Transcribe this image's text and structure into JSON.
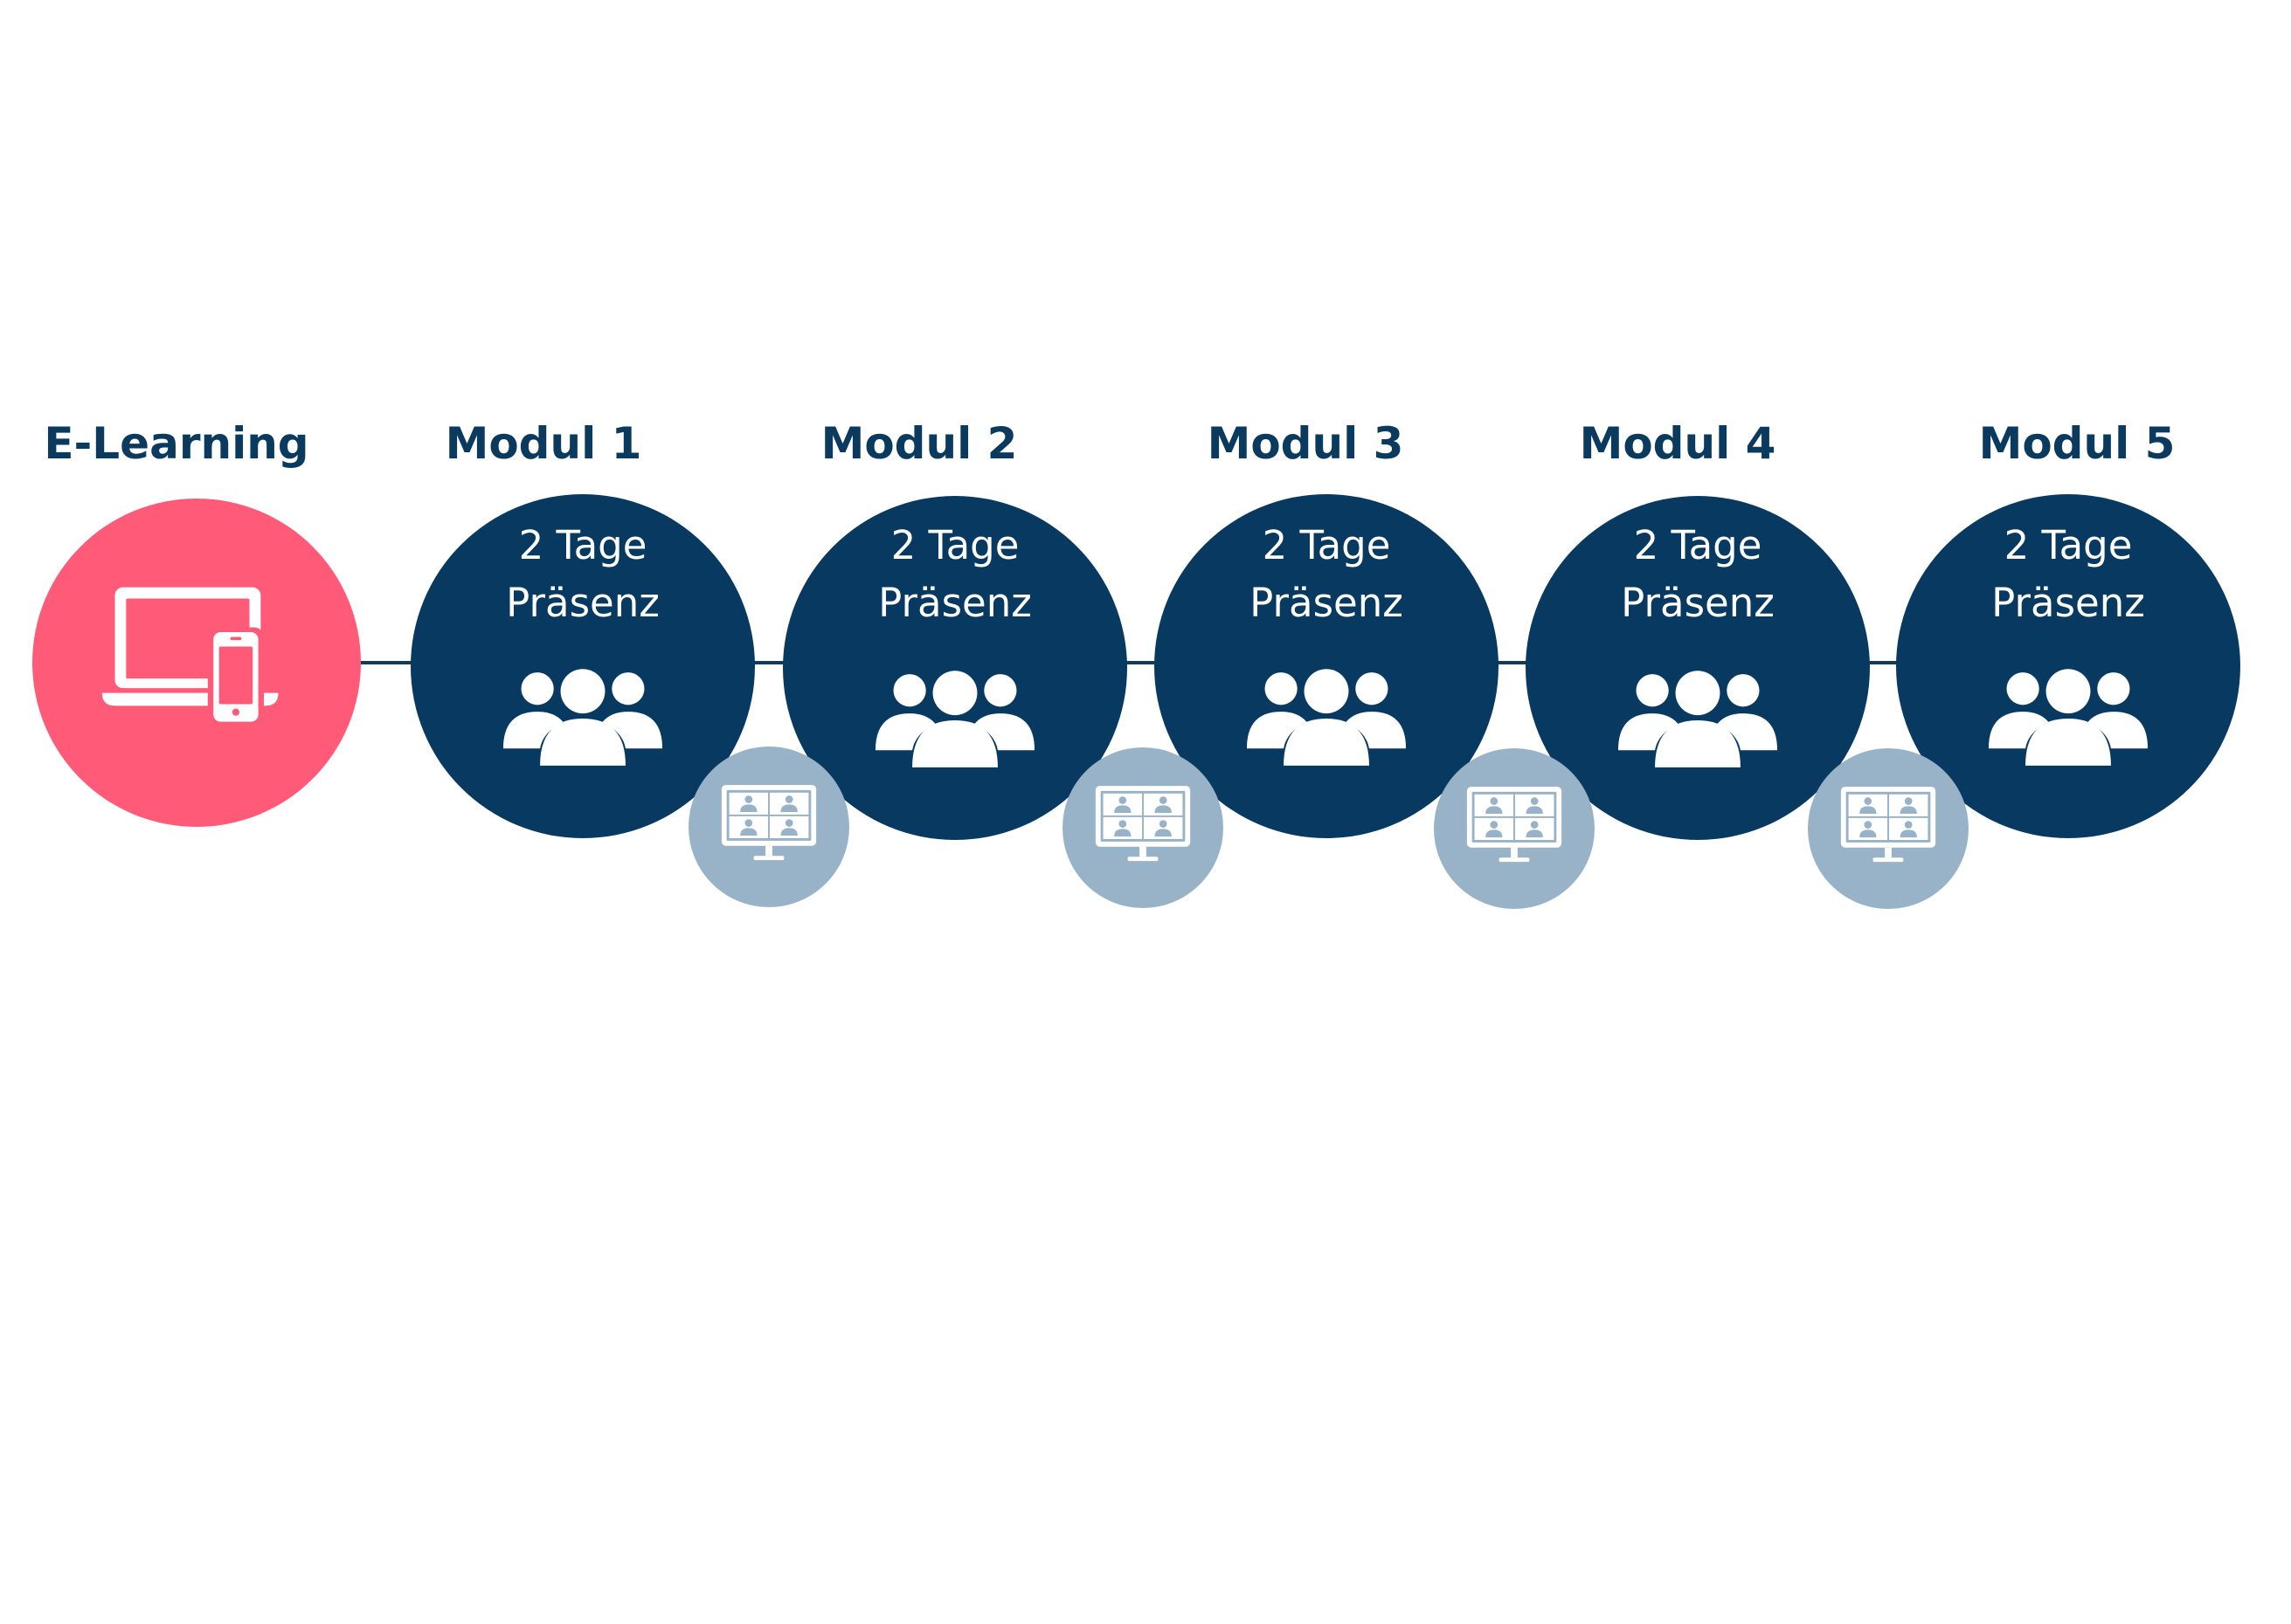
{
  "colors": {
    "background": "#ffffff",
    "navy": "#083a61",
    "title": "#0b3a5f",
    "pink": "#ff5b78",
    "online": "#98b3c8",
    "connector": "#163a5c",
    "icon": "#ffffff",
    "online_icon_detail": "#98b3c8"
  },
  "elearning": {
    "title": "E-Learning",
    "icon": "laptop-and-phone-icon"
  },
  "modules": [
    {
      "title": "Modul 1",
      "line1": "2 Tage",
      "line2": "Präsenz",
      "icon": "group-icon"
    },
    {
      "title": "Modul 2",
      "line1": "2 Tage",
      "line2": "Präsenz",
      "icon": "group-icon"
    },
    {
      "title": "Modul 3",
      "line1": "2 Tage",
      "line2": "Präsenz",
      "icon": "group-icon"
    },
    {
      "title": "Modul 4",
      "line1": "2 Tage",
      "line2": "Präsenz",
      "icon": "group-icon"
    },
    {
      "title": "Modul 5",
      "line1": "2 Tage",
      "line2": "Präsenz",
      "icon": "group-icon"
    }
  ],
  "online_sessions": [
    {
      "icon": "video-conference-monitor-icon"
    },
    {
      "icon": "video-conference-monitor-icon"
    },
    {
      "icon": "video-conference-monitor-icon"
    },
    {
      "icon": "video-conference-monitor-icon"
    }
  ]
}
